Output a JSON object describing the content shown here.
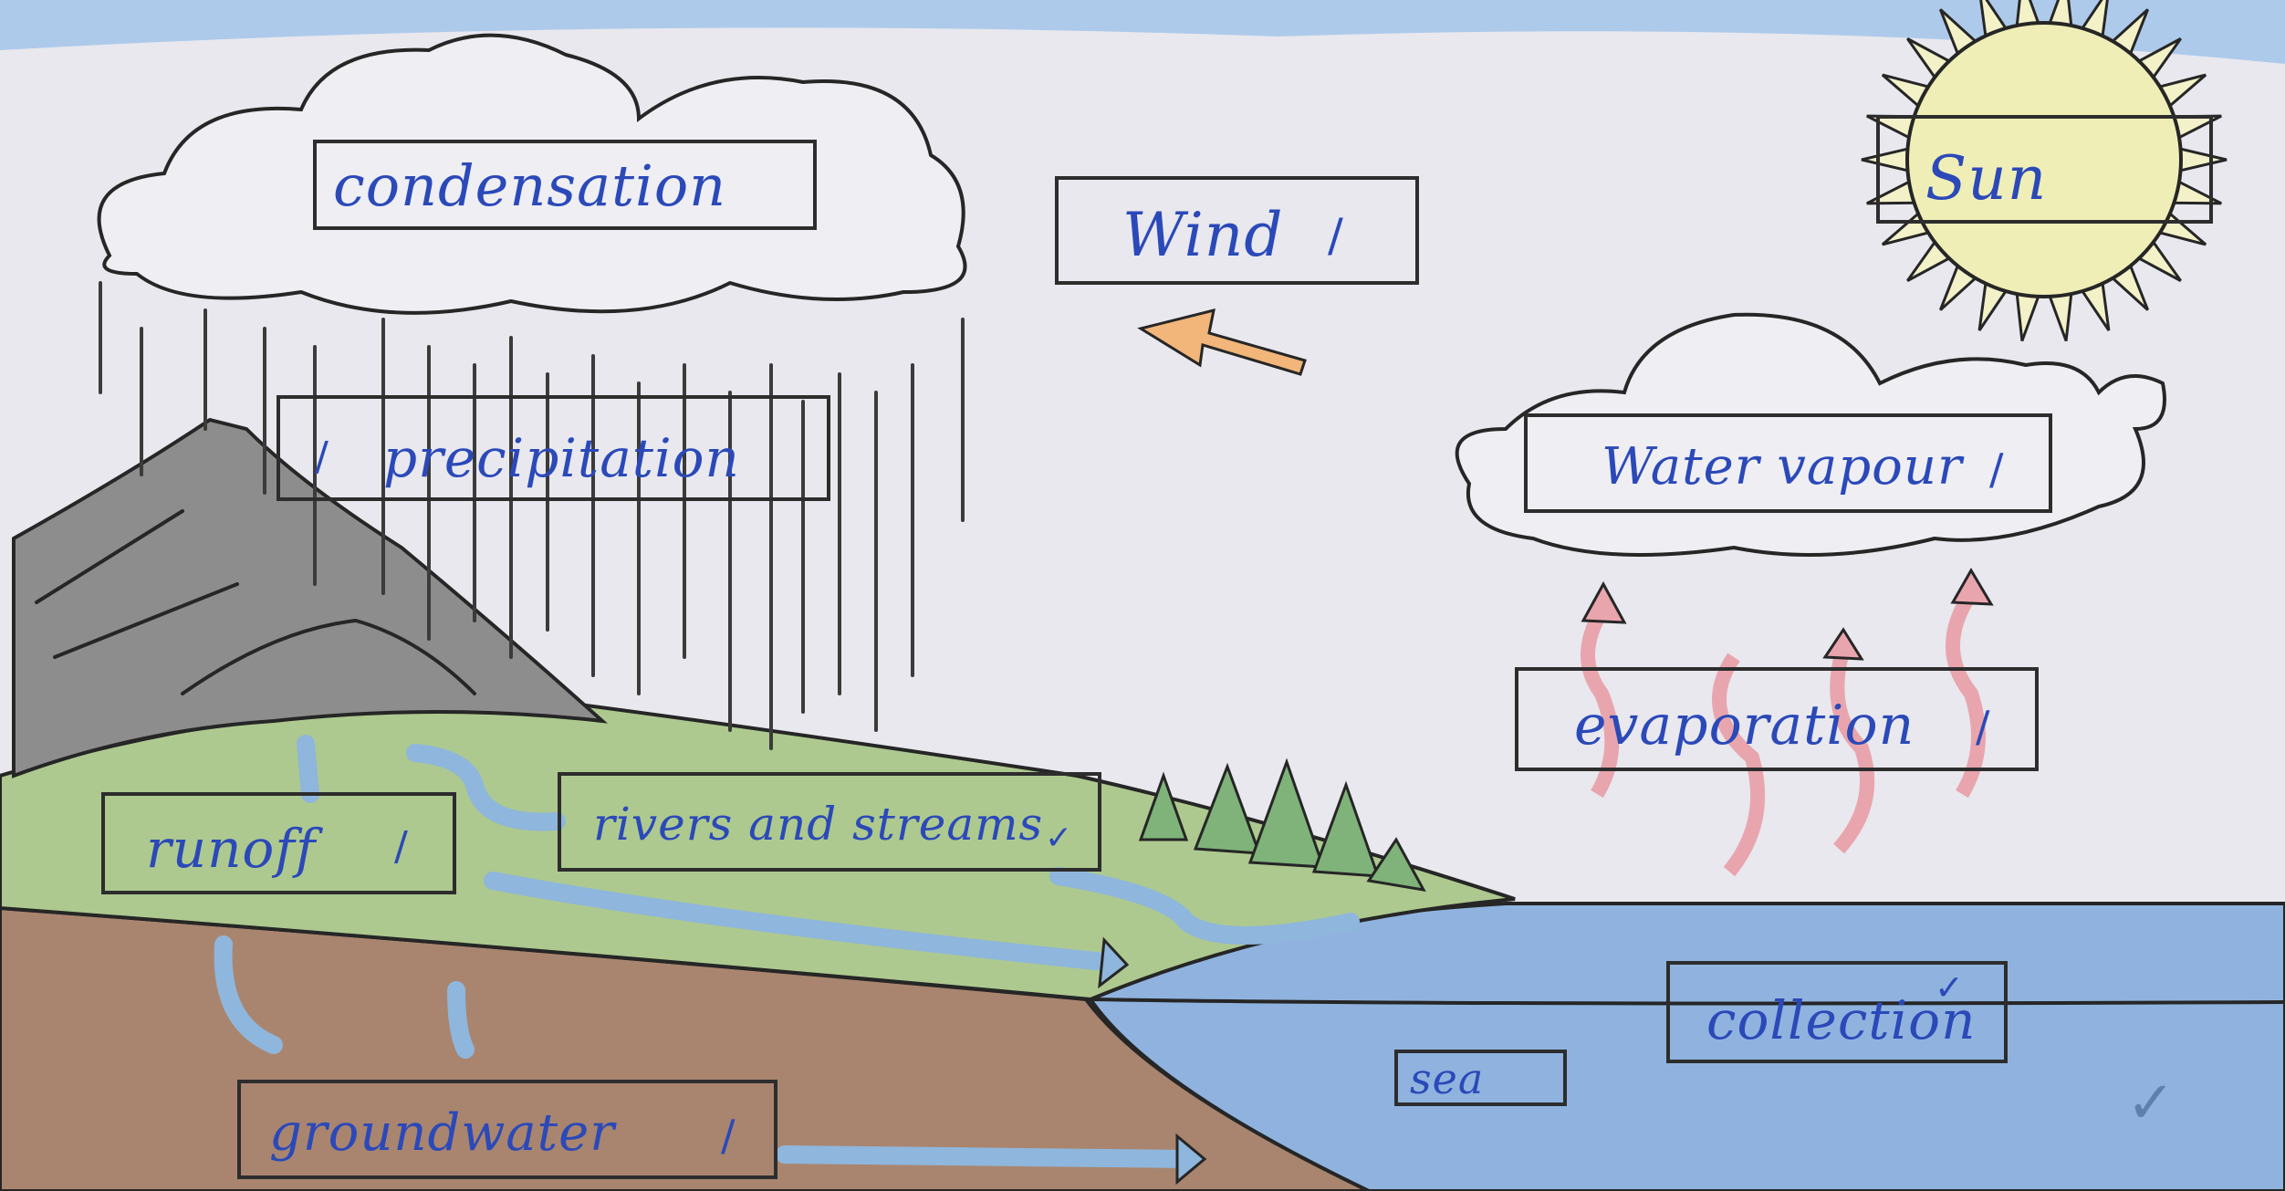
{
  "labels": {
    "condensation": "condensation",
    "wind": "Wind",
    "sun": "Sun",
    "precipitation": "precipitation",
    "water_vapour": "Water vapour",
    "evaporation": "evaporation",
    "runoff": "runoff",
    "rivers_and_streams": "rivers and streams",
    "groundwater": "groundwater",
    "sea": "sea",
    "collection": "collection"
  },
  "marks": {
    "check": "✓",
    "slash": "/"
  },
  "colors": {
    "ink_blue": "#2b49b8",
    "sky": "#9fc3ea",
    "sun": "#efeeb6",
    "mountain": "#8c8c8c",
    "grass": "#a9c98d",
    "soil": "#a6826f",
    "sea": "#8fb3de",
    "river": "#8fb6dc",
    "wind_arrow": "#f2b57a",
    "evap_arrow": "#e9a5ad",
    "tree": "#7fb37a"
  }
}
